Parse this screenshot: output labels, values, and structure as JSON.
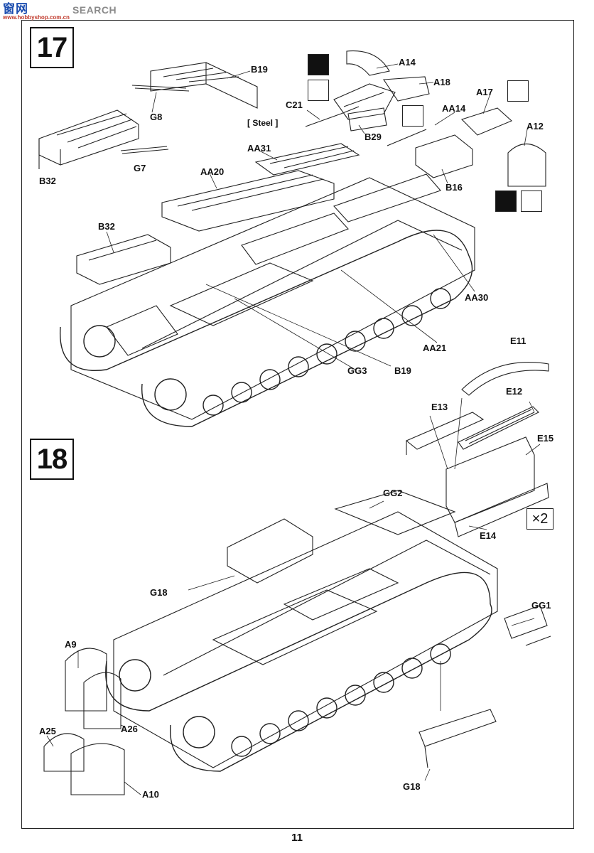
{
  "watermark": {
    "cn": "窗网",
    "en": "SEARCH",
    "url": "www.hobbyshop.com.cn"
  },
  "steps": [
    {
      "number": "17"
    },
    {
      "number": "18"
    }
  ],
  "step17": {
    "note_steel": "[ Steel ]",
    "callouts": [
      {
        "id": "B19_top",
        "label": "B19"
      },
      {
        "id": "A14",
        "label": "A14"
      },
      {
        "id": "A18",
        "label": "A18"
      },
      {
        "id": "C21",
        "label": "C21"
      },
      {
        "id": "A17",
        "label": "A17"
      },
      {
        "id": "AA14",
        "label": "AA14"
      },
      {
        "id": "A12",
        "label": "A12"
      },
      {
        "id": "G8",
        "label": "G8"
      },
      {
        "id": "B29",
        "label": "B29"
      },
      {
        "id": "AA31",
        "label": "AA31"
      },
      {
        "id": "B32_top",
        "label": "B32"
      },
      {
        "id": "G7",
        "label": "G7"
      },
      {
        "id": "AA20",
        "label": "AA20"
      },
      {
        "id": "B16",
        "label": "B16"
      },
      {
        "id": "B32_mid",
        "label": "B32"
      },
      {
        "id": "AA30",
        "label": "AA30"
      },
      {
        "id": "AA21",
        "label": "AA21"
      },
      {
        "id": "GG3",
        "label": "GG3"
      },
      {
        "id": "B19_bot",
        "label": "B19"
      }
    ]
  },
  "step18": {
    "multiplier": "×2",
    "callouts": [
      {
        "id": "E11",
        "label": "E11"
      },
      {
        "id": "E12",
        "label": "E12"
      },
      {
        "id": "E13",
        "label": "E13"
      },
      {
        "id": "E15",
        "label": "E15"
      },
      {
        "id": "E14",
        "label": "E14"
      },
      {
        "id": "GG2",
        "label": "GG2"
      },
      {
        "id": "G18_top",
        "label": "G18"
      },
      {
        "id": "GG1",
        "label": "GG1"
      },
      {
        "id": "A9",
        "label": "A9"
      },
      {
        "id": "A26",
        "label": "A26"
      },
      {
        "id": "A25",
        "label": "A25"
      },
      {
        "id": "A10",
        "label": "A10"
      },
      {
        "id": "G18_bot",
        "label": "G18"
      }
    ]
  },
  "page_number": "11"
}
